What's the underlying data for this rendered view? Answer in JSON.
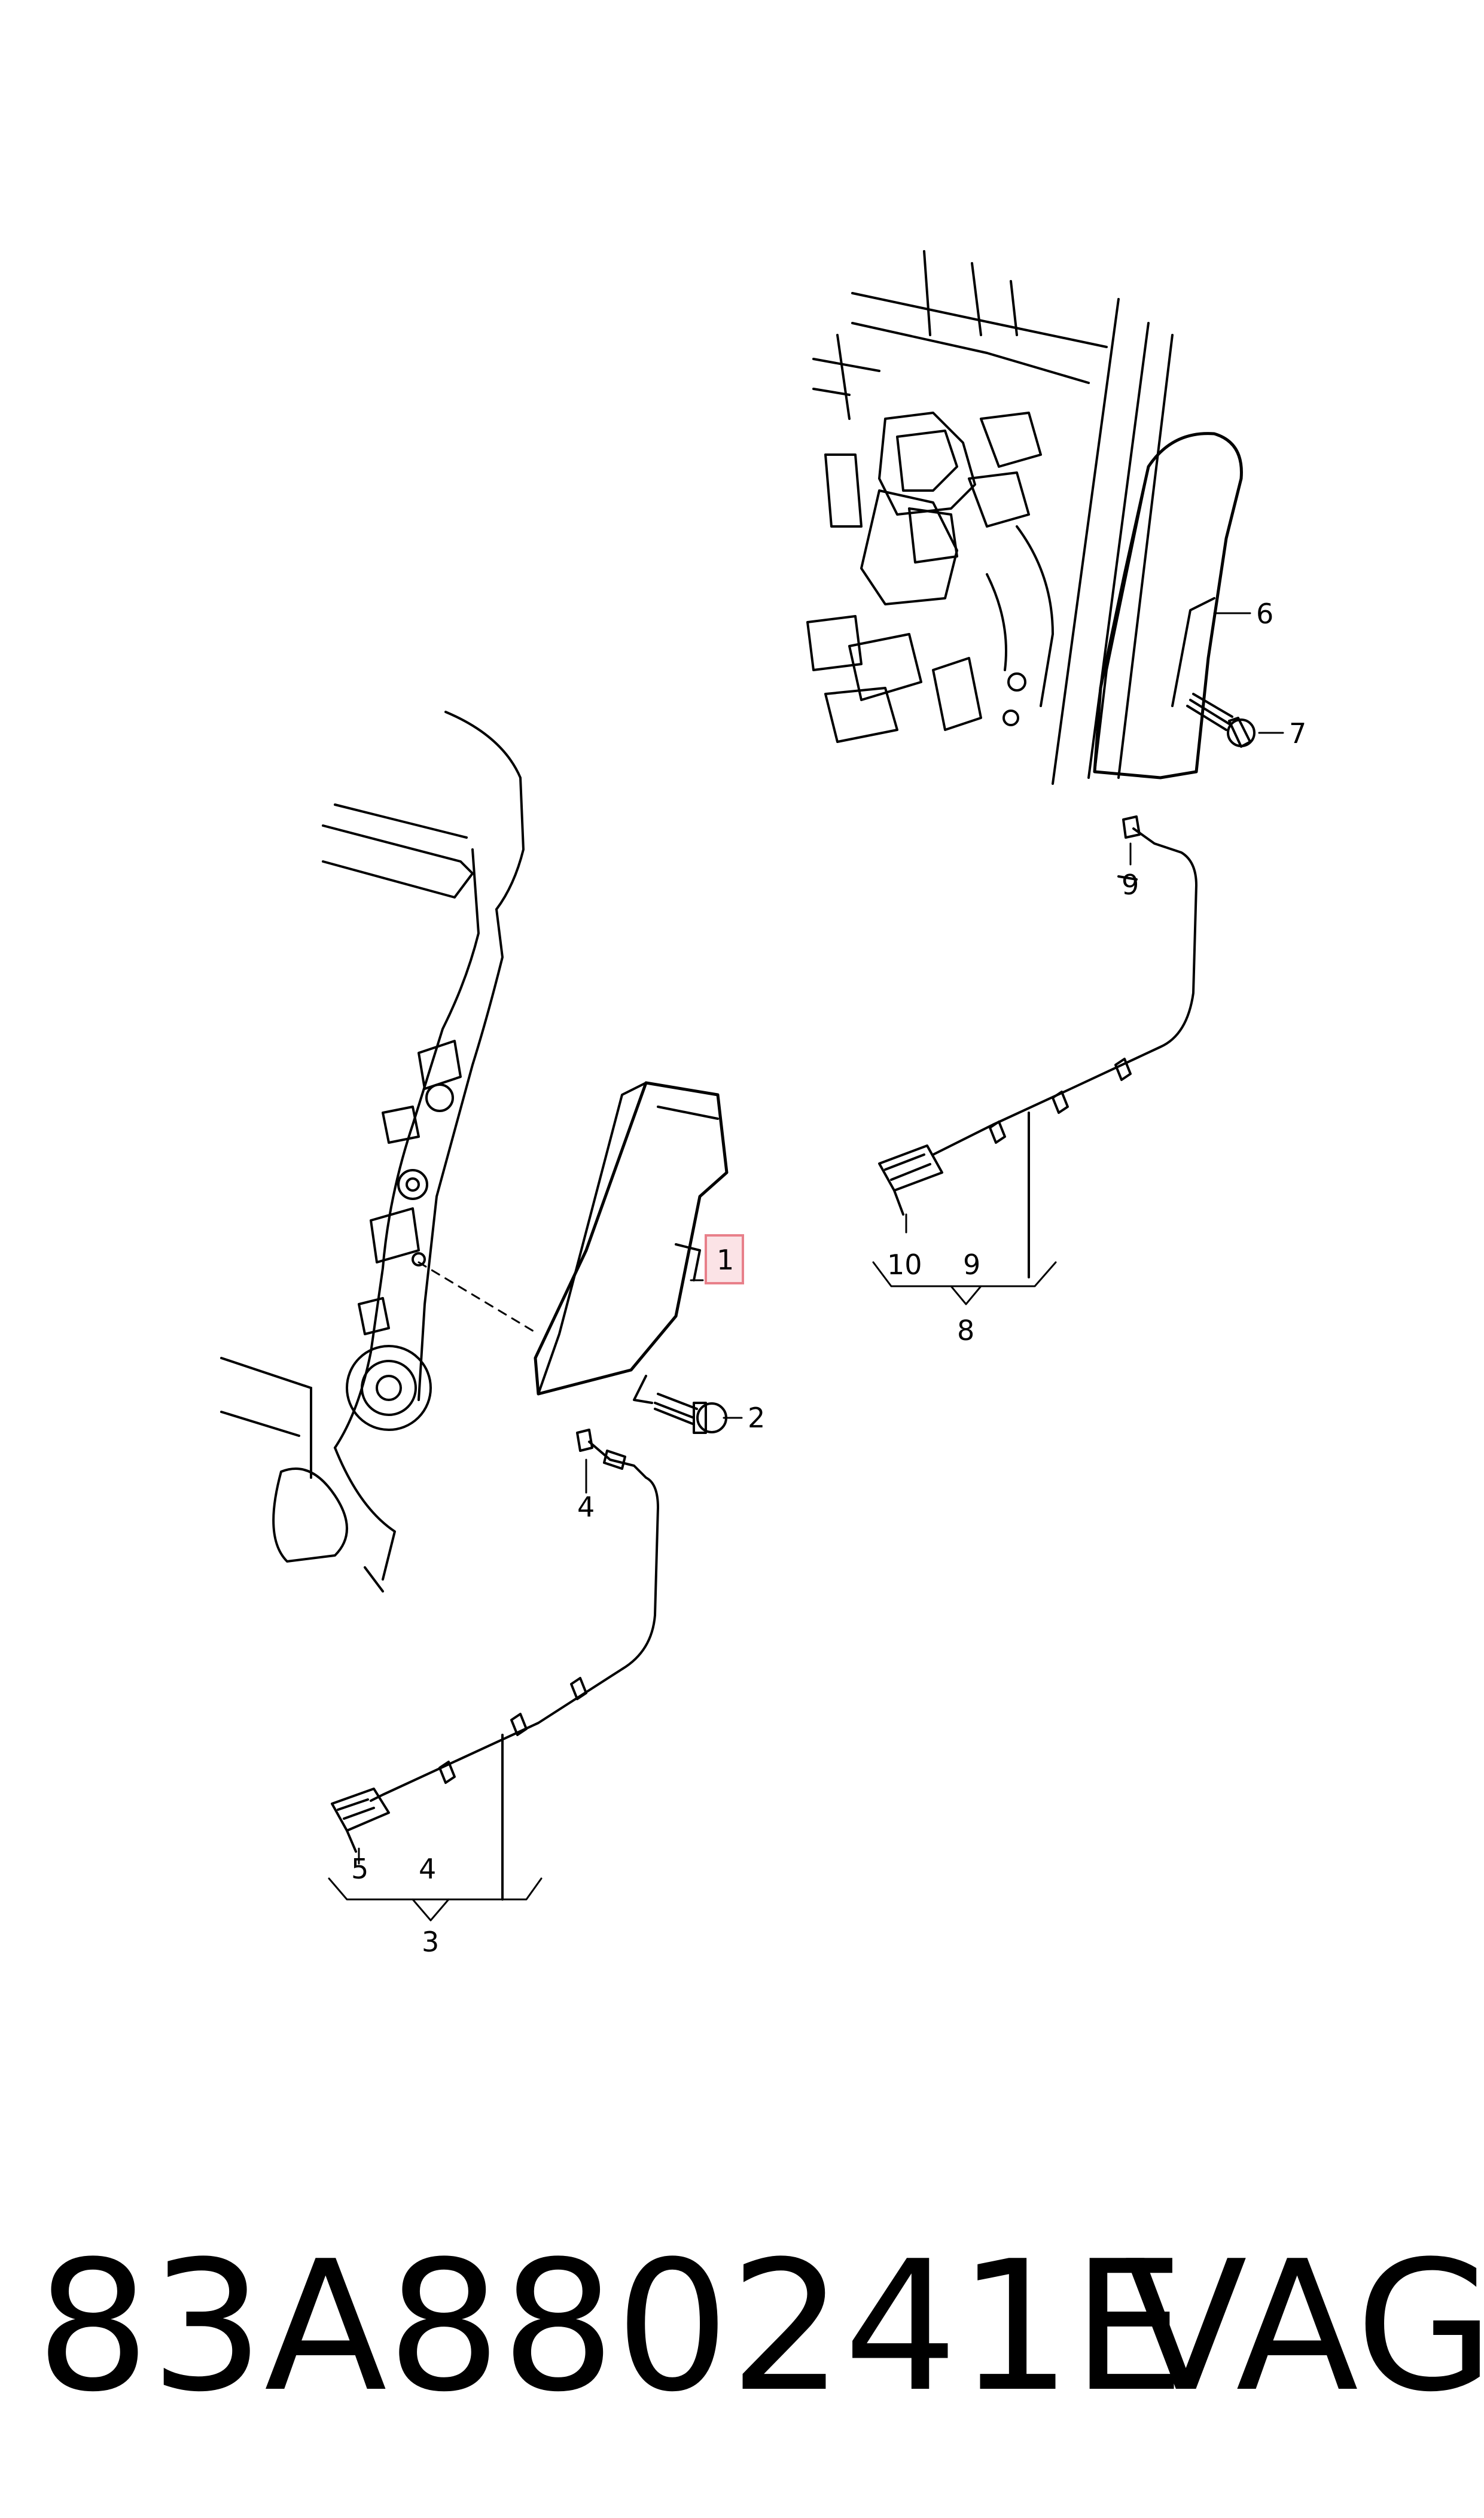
{
  "callouts": {
    "c1": "1",
    "c2": "2",
    "c3": "3",
    "c4a": "4",
    "c4b": "4",
    "c5": "5",
    "c6": "6",
    "c7": "7",
    "c8": "8",
    "c9a": "9",
    "c9b": "9",
    "c10": "10"
  },
  "highlight_color": "#e8808a",
  "footer": {
    "part_number": "83A880241E",
    "brand": "VAG"
  }
}
